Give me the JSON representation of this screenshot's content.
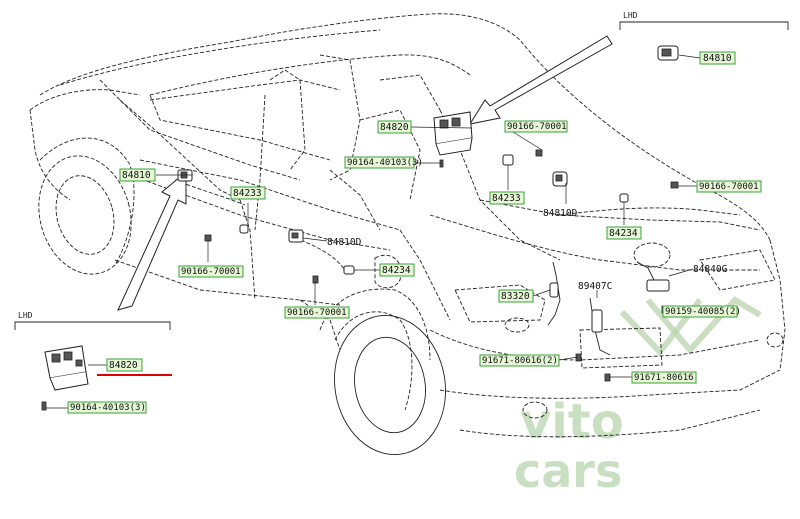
{
  "callouts": {
    "p84810_top": "84810",
    "p84820_main": "84820",
    "p90166_a": "90166-70001",
    "p90164_a": "90164-40103(3)",
    "p84810_left": "84810",
    "p84233_mid": "84233",
    "p84233_right": "84233",
    "p84810d_right": "84810D",
    "p90166_b": "90166-70001",
    "p84234_right": "84234",
    "p84810d_mid": "84810D",
    "p84234_mid": "84234",
    "p90166_c": "90166-70001",
    "p90166_d": "90166-70001",
    "p83320": "83320",
    "p89407c": "89407C",
    "p84840g": "84840G",
    "p90159": "90159-40085(2)",
    "p91671_a": "91671-80616(2)",
    "p91671_b": "91671-80616",
    "p84820_inset": "84820",
    "p90164_inset": "90164-40103(3)"
  },
  "inset_labels": {
    "top_right": "LHD",
    "bottom_left": "LHD"
  },
  "watermark": {
    "line1": "vito",
    "line2": "cars"
  },
  "colors": {
    "label_fill": "#e6f6d6",
    "label_border": "#3aa33a",
    "highlight_line": "#e00000",
    "watermark": "#bcd8b3"
  }
}
